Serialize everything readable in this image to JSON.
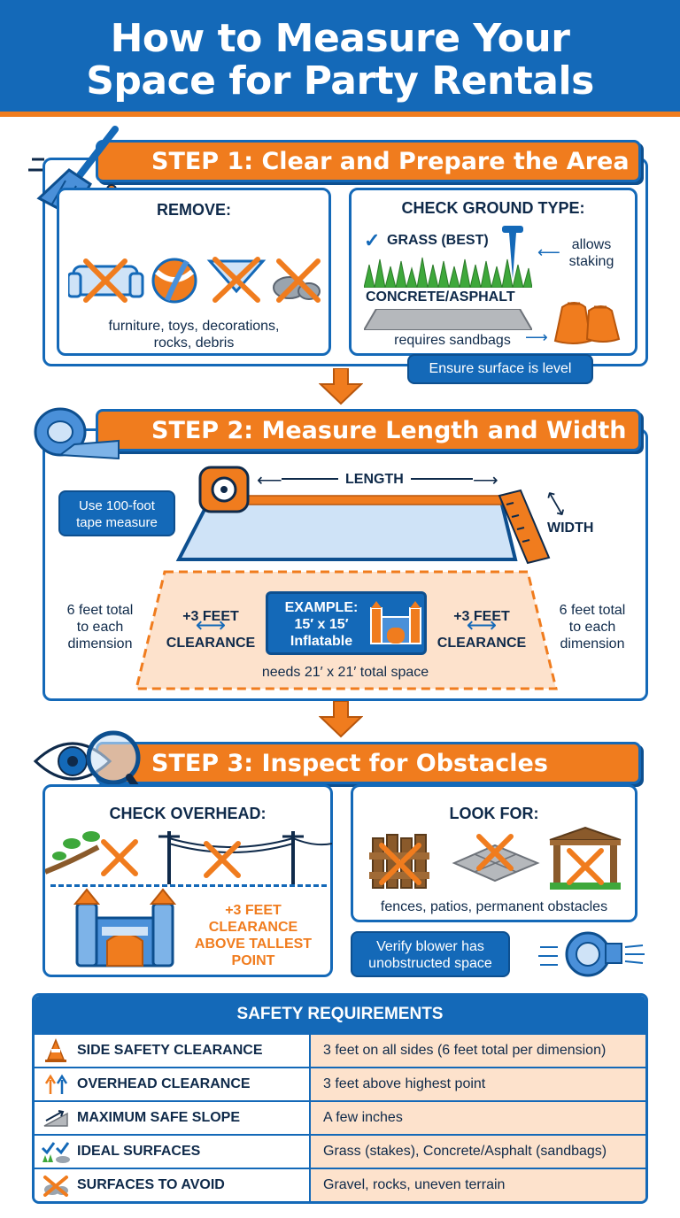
{
  "title": {
    "line1": "How to Measure Your",
    "line2": "Space for Party Rentals"
  },
  "colors": {
    "primary_blue": "#1469b8",
    "accent_orange": "#f07c1e",
    "peach": "#fde2cc",
    "dark_navy": "#0f2a4a"
  },
  "step1": {
    "heading": "STEP 1: Clear and Prepare the Area",
    "remove": {
      "title": "REMOVE:",
      "caption_line1": "furniture, toys, decorations,",
      "caption_line2": "rocks, debris"
    },
    "ground": {
      "title": "CHECK GROUND TYPE:",
      "grass_label": "GRASS (BEST)",
      "grass_note_line1": "allows",
      "grass_note_line2": "staking",
      "concrete_label": "CONCRETE/ASPHALT",
      "concrete_note": "requires sandbags",
      "level_note": "Ensure surface is level"
    }
  },
  "step2": {
    "heading": "STEP 2: Measure Length and Width",
    "tape_note_line1": "Use 100-foot",
    "tape_note_line2": "tape measure",
    "length_label": "LENGTH",
    "width_label": "WIDTH",
    "left_total_line1": "6 feet total",
    "left_total_line2": "to each",
    "left_total_line3": "dimension",
    "right_total_line1": "6 feet total",
    "right_total_line2": "to each",
    "right_total_line3": "dimension",
    "left_clear_line1": "+3 FEET",
    "left_clear_line2": "CLEARANCE",
    "right_clear_line1": "+3 FEET",
    "right_clear_line2": "CLEARANCE",
    "example_line1": "EXAMPLE:",
    "example_line2": "15′ x 15′",
    "example_line3": "Inflatable",
    "total_space": "needs 21′ x 21′ total space"
  },
  "step3": {
    "heading": "STEP 3: Inspect for Obstacles",
    "overhead": {
      "title": "CHECK OVERHEAD:",
      "clear_line1": "+3 FEET",
      "clear_line2": "CLEARANCE",
      "clear_line3": "ABOVE TALLEST",
      "clear_line4": "POINT"
    },
    "look": {
      "title": "LOOK FOR:",
      "caption": "fences, patios, permanent obstacles",
      "blower_line1": "Verify blower has",
      "blower_line2": "unobstructed space"
    }
  },
  "safety": {
    "title": "SAFETY REQUIREMENTS",
    "rows": [
      {
        "icon": "traffic-cone-icon",
        "label": "SIDE SAFETY CLEARANCE",
        "value": "3 feet on all sides (6 feet total per dimension)"
      },
      {
        "icon": "up-arrows-icon",
        "label": "OVERHEAD CLEARANCE",
        "value": "3 feet above highest point"
      },
      {
        "icon": "slope-icon",
        "label": "MAXIMUM SAFE SLOPE",
        "value": "A few inches"
      },
      {
        "icon": "checkmarks-icon",
        "label": "IDEAL SURFACES",
        "value": "Grass (stakes), Concrete/Asphalt (sandbags)"
      },
      {
        "icon": "crossed-rocks-icon",
        "label": "SURFACES TO AVOID",
        "value": "Gravel, rocks, uneven terrain"
      }
    ]
  }
}
